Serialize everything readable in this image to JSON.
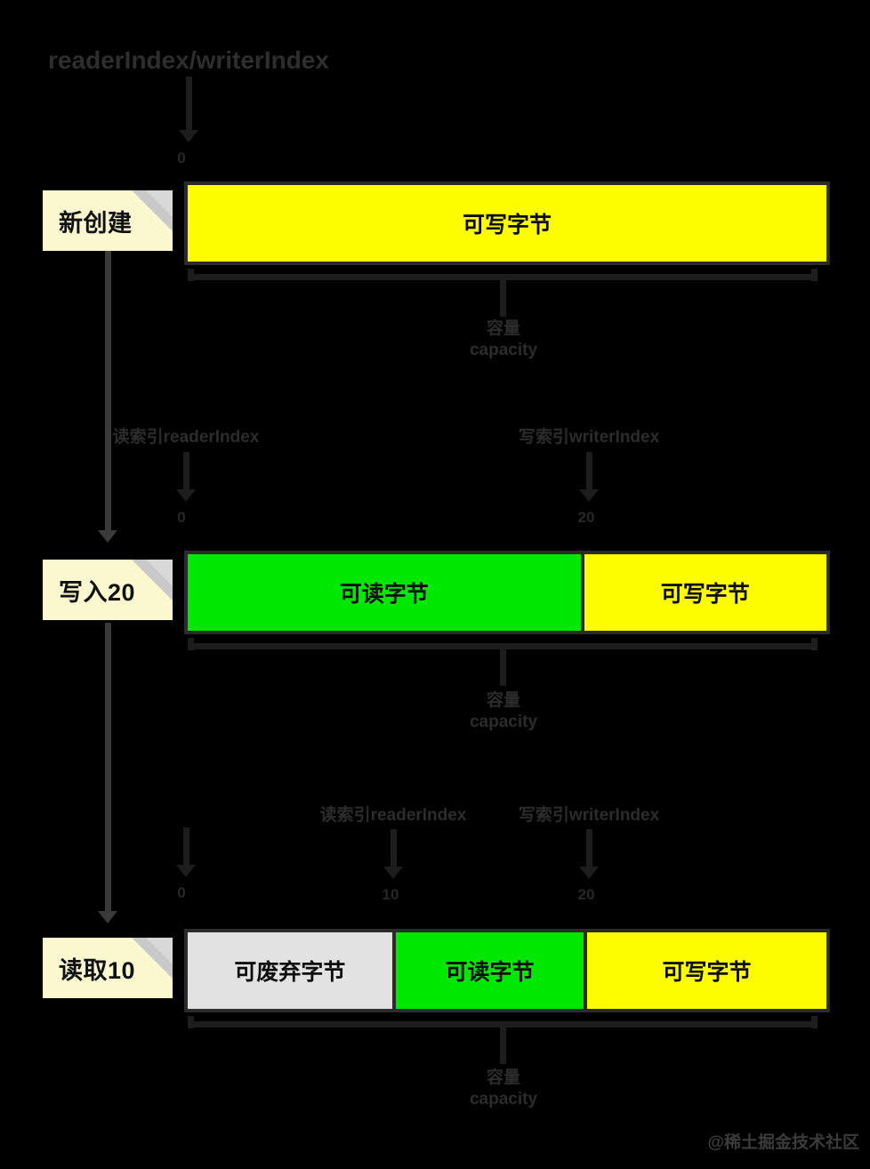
{
  "diagram": {
    "title": "readerIndex/writerIndex",
    "watermark": "@稀土掘金技术社区",
    "colors": {
      "writable": "#fdfd00",
      "readable": "#00e800",
      "discardable": "#e2e2e2",
      "note": "#fbf8d0",
      "line": "#3a3a3a",
      "background": "#000000"
    },
    "state_notes": [
      {
        "label": "新创建"
      },
      {
        "label": "写入20"
      },
      {
        "label": "读取10"
      }
    ],
    "rows": [
      {
        "state": "新创建",
        "segments": [
          {
            "label": "可写字节",
            "kind": "writable"
          }
        ],
        "capacity_label_line1": "容量",
        "capacity_label_line2": "capacity",
        "markers": [
          {
            "name": "readerIndex",
            "value": "0"
          },
          {
            "name": "writerIndex",
            "value": "0"
          }
        ],
        "marker_titles": [
          "读索引readerIndex",
          "写索引writerIndex"
        ]
      },
      {
        "state": "写入20",
        "segments": [
          {
            "label": "可读字节",
            "kind": "readable"
          },
          {
            "label": "可写字节",
            "kind": "writable"
          }
        ],
        "capacity_label_line1": "容量",
        "capacity_label_line2": "capacity",
        "markers": [
          {
            "name": "readerIndex",
            "value": "0"
          },
          {
            "name": "writerIndex",
            "value": "20"
          }
        ],
        "marker_titles": [
          "读索引readerIndex",
          "写索引writerIndex"
        ]
      },
      {
        "state": "读取10",
        "segments": [
          {
            "label": "可废弃字节",
            "kind": "discardable"
          },
          {
            "label": "可读字节",
            "kind": "readable"
          },
          {
            "label": "可写字节",
            "kind": "writable"
          }
        ],
        "capacity_label_line1": "容量",
        "capacity_label_line2": "capacity",
        "markers": [
          {
            "name": "readerIndex",
            "value": "10"
          },
          {
            "name": "writerIndex",
            "value": "20"
          }
        ],
        "marker_titles": [
          "读索引readerIndex",
          "写索引writerIndex"
        ]
      }
    ]
  }
}
